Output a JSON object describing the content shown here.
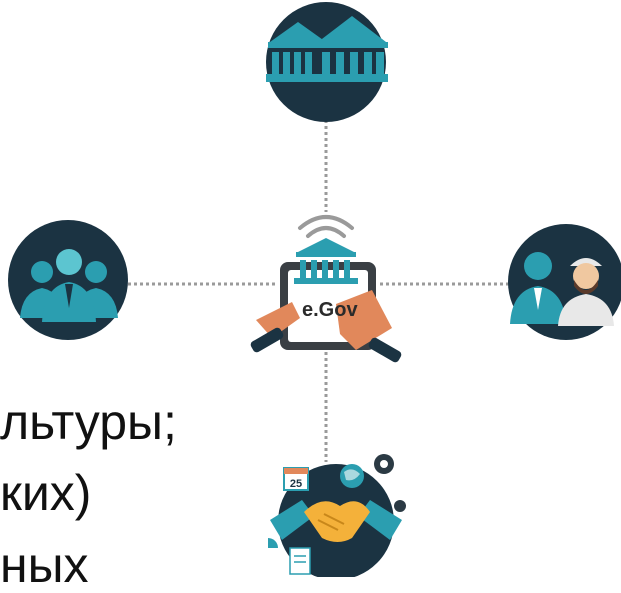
{
  "colors": {
    "navy": "#1b3342",
    "teal": "#2b9eb0",
    "teal_light": "#5cc5d0",
    "orange": "#e1885b",
    "gold": "#f4b13a",
    "connector": "#9a9a9a",
    "skin": "#f0c8a0"
  },
  "icons": {
    "top": "government-building-icon",
    "left": "business-people-group-icon",
    "right": "citizens-icon",
    "bottom": "business-handshake-icon",
    "center": "e-gov-tablet-icon"
  },
  "center": {
    "label": "e.Gov"
  },
  "bottom_date": "25",
  "text": {
    "line1": "льтуры;",
    "line2": "ких)",
    "line3": "ных"
  }
}
